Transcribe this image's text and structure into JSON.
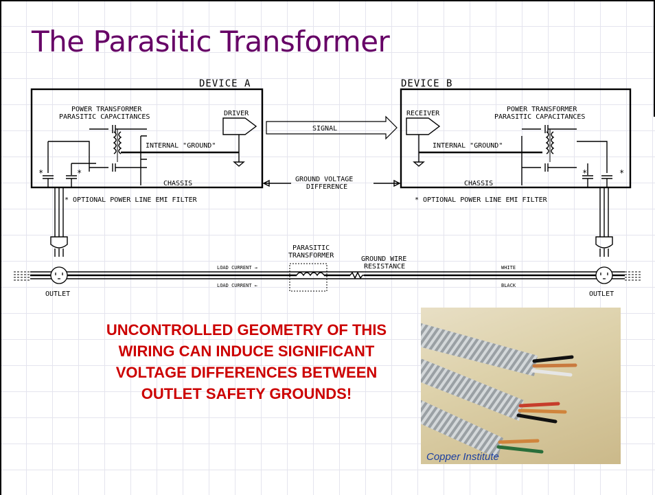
{
  "slide": {
    "title": "The Parasitic Transformer",
    "message": "UNCONTROLLED GEOMETRY OF THIS WIRING CAN INDUCE SIGNIFICANT VOLTAGE DIFFERENCES BETWEEN OUTLET SAFETY GROUNDS!",
    "photo_credit": "Copper Institute",
    "colors": {
      "title": "#660066",
      "message": "#cc0000",
      "credit": "#1c3fa0"
    }
  },
  "diagram": {
    "device_a": {
      "label": "DEVICE A",
      "transformer_label_1": "POWER TRANSFORMER",
      "transformer_label_2": "PARASITIC CAPACITANCES",
      "driver": "DRIVER",
      "ground": "INTERNAL \"GROUND\"",
      "chassis": "CHASSIS",
      "asterisk": "*",
      "filter_note": "* OPTIONAL POWER LINE EMI FILTER"
    },
    "device_b": {
      "label": "DEVICE B",
      "transformer_label_1": "POWER TRANSFORMER",
      "transformer_label_2": "PARASITIC CAPACITANCES",
      "receiver": "RECEIVER",
      "ground": "INTERNAL \"GROUND\"",
      "chassis": "CHASSIS",
      "asterisk": "*",
      "filter_note": "* OPTIONAL POWER LINE EMI FILTER"
    },
    "signal": "SIGNAL",
    "ground_voltage_1": "GROUND VOLTAGE",
    "ground_voltage_2": "DIFFERENCE",
    "parasitic_1": "PARASITIC",
    "parasitic_2": "TRANSFORMER",
    "ground_wire_1": "GROUND WIRE",
    "ground_wire_2": "RESISTANCE",
    "load_current_top": "LOAD CURRENT →",
    "load_current_bottom": "LOAD CURRENT ←",
    "white": "WHITE",
    "black": "BLACK",
    "outlet_left": "OUTLET",
    "outlet_right": "OUTLET"
  }
}
